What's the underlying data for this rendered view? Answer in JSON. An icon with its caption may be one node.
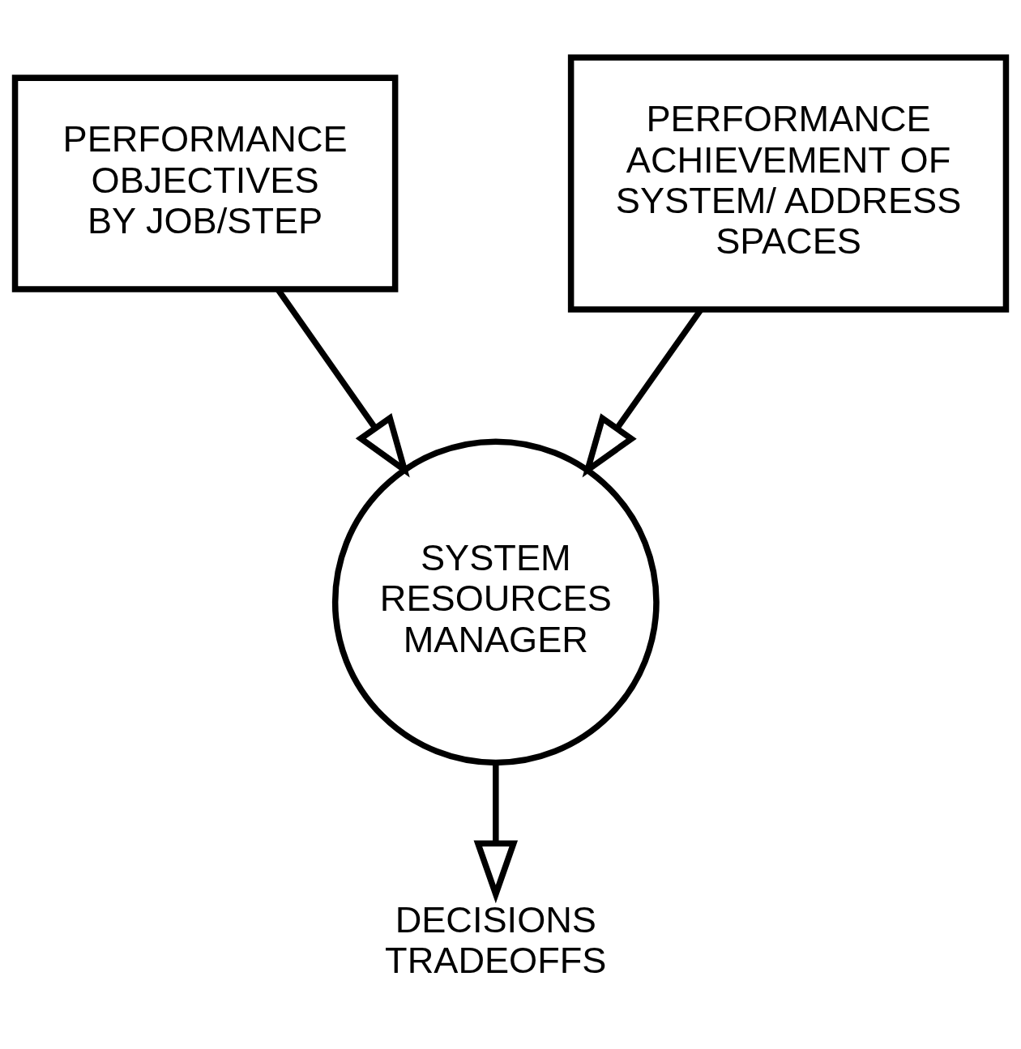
{
  "diagram": {
    "nodes": [
      {
        "text": [
          "PERFORMANCE OBJECTIVES BY JOB/STEP"
        ]
      },
      {
        "text": [
          "PERFORMANCE ACHIEVEMENT OF SYSTEM/ ADDRESS SPACES"
        ]
      },
      {
        "text": [
          "SYSTEM RESOURCES MANAGER"
        ]
      },
      {
        "text": [
          "DECISIONS TRADEOFFS"
        ]
      }
    ],
    "edges": [
      {
        "from": 0,
        "to": 2,
        "arrow": "to"
      },
      {
        "from": 1,
        "to": 2,
        "arrow": "to"
      },
      {
        "from": 2,
        "to": 3,
        "arrow": "to"
      }
    ]
  }
}
